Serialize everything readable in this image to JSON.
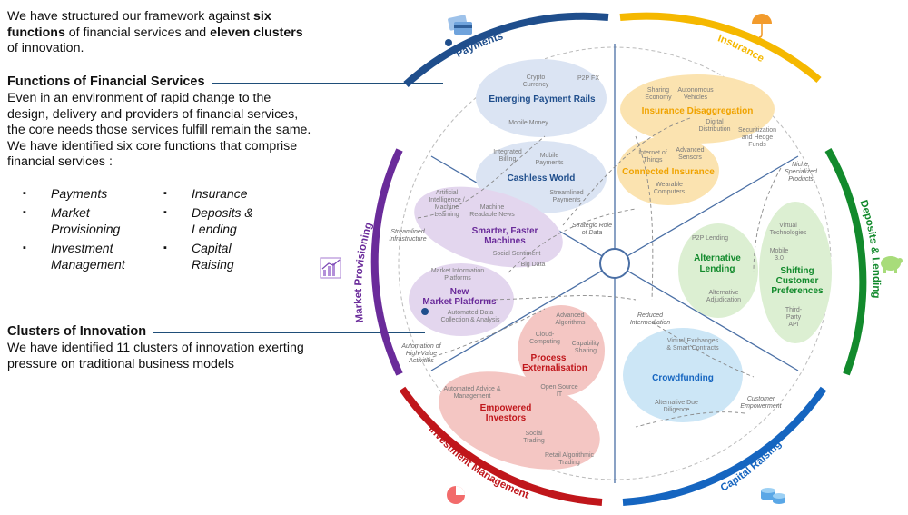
{
  "intro": {
    "pre": "We have structured our framework against ",
    "bold1": "six functions",
    "mid": " of financial services and ",
    "bold2": "eleven clusters",
    "post": " of innovation."
  },
  "functions_section": {
    "title": "Functions of Financial Services",
    "body": "Even in an environment of rapid change to the design, delivery and providers of financial services, the core needs those services fulfill remain the same. We have identified six core functions that comprise financial services :",
    "bullets_left": [
      "Payments",
      "Market Provisioning",
      "Investment Management"
    ],
    "bullets_right": [
      "Insurance",
      "Deposits & Lending",
      "Capital Raising"
    ]
  },
  "clusters_section": {
    "title": "Clusters of Innovation",
    "body": "We have identified 11 clusters of innovation exerting pressure on traditional business models"
  },
  "ring_labels": {
    "payments": "Payments",
    "insurance": "Insurance",
    "deposits": "Deposits & Lending",
    "capital": "Capital Raising",
    "investment": "Investment Management",
    "market": "Market Provisioning"
  },
  "colors": {
    "payments": "#1f4e8c",
    "insurance": "#f5b800",
    "deposits": "#128a2c",
    "capital": "#1565c0",
    "investment": "#c0161b",
    "market": "#6a2b9a"
  },
  "icons": {
    "payments": "credit-card-icon",
    "insurance": "umbrella-icon",
    "deposits": "piggy-bank-icon",
    "capital": "coins-icon",
    "investment": "pie-chart-icon",
    "market": "bar-chart-icon"
  },
  "clusters": {
    "emerging": "Emerging Payment Rails",
    "cashless": "Cashless World",
    "insurance_dis": "Insurance Disaggregation",
    "connected": "Connected Insurance",
    "alt_lending": [
      "Alternative",
      "Lending"
    ],
    "shifting": [
      "Shifting",
      "Customer",
      "Preferences"
    ],
    "crowdfunding": "Crowdfunding",
    "process": [
      "Process",
      "Externalisation"
    ],
    "empowered": [
      "Empowered",
      "Investors"
    ],
    "new_market": [
      "New",
      "Market Platforms"
    ],
    "smarter": [
      "Smarter, Faster",
      "Machines"
    ]
  },
  "sub_items": {
    "crypto": [
      "Crypto",
      "Currency"
    ],
    "p2pfx": "P2P FX",
    "mobile_money": "Mobile Money",
    "integrated_billing": [
      "Integrated",
      "Billing"
    ],
    "mobile_payments": [
      "Mobile",
      "Payments"
    ],
    "streamlined_payments": [
      "Streamlined",
      "Payments"
    ],
    "sharing_economy": [
      "Sharing",
      "Economy"
    ],
    "autonomous": [
      "Autonomous",
      "Vehicles"
    ],
    "digital_distribution": [
      "Digital",
      "Distribution"
    ],
    "securitization": [
      "Securitization",
      "and Hedge",
      "Funds"
    ],
    "iot": [
      "Internet of",
      "Things"
    ],
    "adv_sensors": [
      "Advanced",
      "Sensors"
    ],
    "wearable": [
      "Wearable",
      "Computers"
    ],
    "p2p_lending": "P2P Lending",
    "alt_adjudication": [
      "Alternative",
      "Adjudication"
    ],
    "virtual_tech": [
      "Virtual",
      "Technologies"
    ],
    "mobile30": [
      "Mobile",
      "3.0"
    ],
    "third_party_api": [
      "Third-",
      "Party",
      "API"
    ],
    "virtual_exchanges": [
      "Virtual Exchanges",
      "& Smart Contracts"
    ],
    "alt_due": [
      "Alternative Due",
      "Diligence"
    ],
    "adv_algorithms": [
      "Advanced",
      "Algorithms"
    ],
    "cloud": [
      "Cloud-",
      "Computing"
    ],
    "capability": [
      "Capability",
      "Sharing"
    ],
    "open_source": [
      "Open Source",
      "IT"
    ],
    "auto_advice": [
      "Automated Advice &",
      "Management"
    ],
    "social_trading": [
      "Social",
      "Trading"
    ],
    "retail_algo": [
      "Retail Algorithmic",
      "Trading"
    ],
    "market_info": [
      "Market Information",
      "Platforms"
    ],
    "auto_data": [
      "Automated Data",
      "Collection & Analysis"
    ],
    "ai": [
      "Artificial",
      "Intelligence /",
      "Machine",
      "Learning"
    ],
    "mrn": [
      "Machine",
      "Readable News"
    ],
    "social_sentiment": "Social Sentiment",
    "big_data": "Big Data"
  },
  "themes": {
    "streamlined_infra": [
      "Streamlined",
      "Infrastructure"
    ],
    "strategic_data": [
      "Strategic Role",
      "of Data"
    ],
    "niche": [
      "Niche,",
      "Specialized",
      "Products"
    ],
    "reduced_intermediation": [
      "Reduced",
      "Intermediation"
    ],
    "automation_hv": [
      "Automation of",
      "High-Value",
      "Activities"
    ],
    "customer_empowerment": [
      "Customer",
      "Empowerment"
    ]
  }
}
